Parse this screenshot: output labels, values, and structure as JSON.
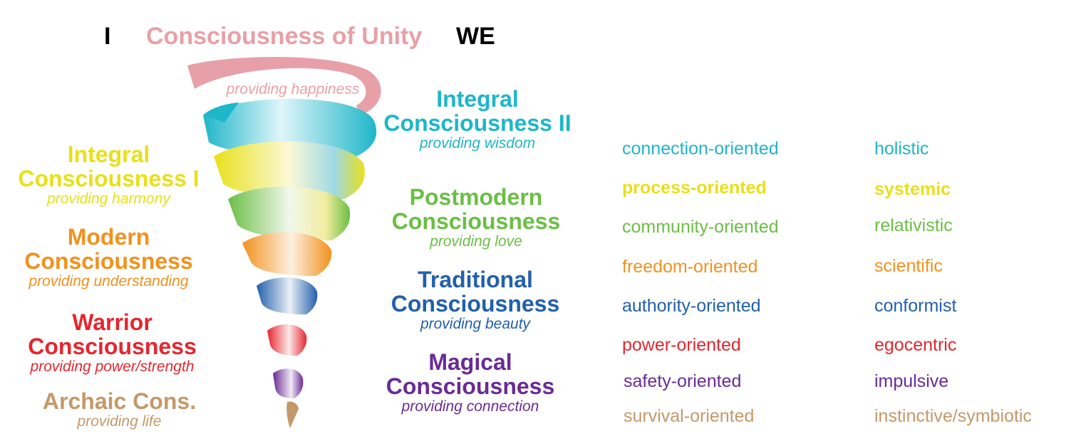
{
  "header": {
    "left": "I",
    "title": "Consciousness of Unity",
    "right": "WE"
  },
  "colors": {
    "pink": "#E8A0A8",
    "cyan": "#1EB6C9",
    "yellow": "#E8E01A",
    "green": "#6BBE45",
    "orange": "#F2911E",
    "blue": "#2260AA",
    "red": "#E5262F",
    "purple": "#6A2B93",
    "tan": "#C4996A"
  },
  "spiral": {
    "top_caption": "providing happiness"
  },
  "left_levels": [
    {
      "title_1": "Integral",
      "title_2": "Consciousness I",
      "subtitle": "providing harmony"
    },
    {
      "title_1": "Modern",
      "title_2": "Consciousness",
      "subtitle": "providing understanding"
    },
    {
      "title_1": "Warrior",
      "title_2": "Consciousness",
      "subtitle": "providing power/strength"
    },
    {
      "title_1": "Archaic Cons.",
      "title_2": "",
      "subtitle": "providing life"
    }
  ],
  "right_levels": [
    {
      "title_1": "Integral",
      "title_2": "Consciousness II",
      "subtitle": "providing wisdom"
    },
    {
      "title_1": "Postmodern",
      "title_2": "Consciousness",
      "subtitle": "providing love"
    },
    {
      "title_1": "Traditional",
      "title_2": "Consciousness",
      "subtitle": "providing beauty"
    },
    {
      "title_1": "Magical",
      "title_2": "Consciousness",
      "subtitle": "providing connection"
    }
  ],
  "keywords": [
    {
      "orientation": "connection-oriented",
      "trait": "holistic"
    },
    {
      "orientation": "process-oriented",
      "trait": "systemic"
    },
    {
      "orientation": "community-oriented",
      "trait": "relativistic"
    },
    {
      "orientation": "freedom-oriented",
      "trait": "scientific"
    },
    {
      "orientation": "authority-oriented",
      "trait": "conformist"
    },
    {
      "orientation": "power-oriented",
      "trait": "egocentric"
    },
    {
      "orientation": "safety-oriented",
      "trait": "impulsive"
    },
    {
      "orientation": "survival-oriented",
      "trait": "instinctive/symbiotic"
    }
  ]
}
